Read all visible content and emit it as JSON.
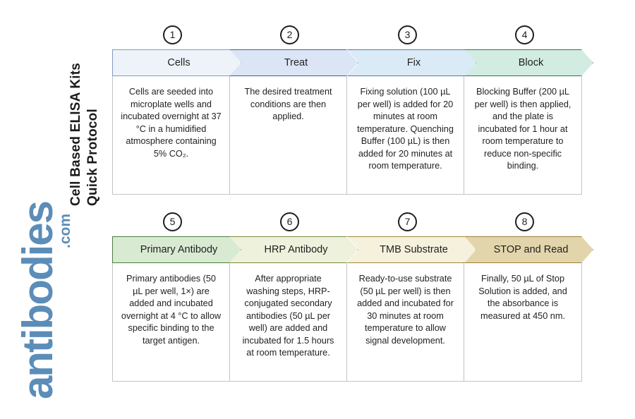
{
  "document": {
    "title_line_1": "Cell Based ELISA Kits",
    "title_line_2": "Quick Protocol",
    "logo_word": "antibodies",
    "logo_tld": ".com",
    "logo_color": "#5b8db8"
  },
  "rows": [
    {
      "id": "row-1",
      "steps": [
        {
          "number": "1",
          "label": "Cells",
          "description": "Cells are seeded into microplate wells and incubated overnight at 37 °C in a humidified atmosphere containing 5% CO₂.",
          "fill": "#eef3fa",
          "stroke": "#7e9cbf"
        },
        {
          "number": "2",
          "label": "Treat",
          "description": "The desired treatment conditions are then applied.",
          "fill": "#dbe5f6",
          "stroke": "#3d6196"
        },
        {
          "number": "3",
          "label": "Fix",
          "description": "Fixing solution (100 µL per well) is added for 20 minutes at room temperature. Quenching Buffer (100 µL) is then added for 20 minutes at room temperature.",
          "fill": "#daeaf6",
          "stroke": "#4a7fa5"
        },
        {
          "number": "4",
          "label": "Block",
          "description": "Blocking Buffer (200 µL per well) is then applied, and the plate is incubated for 1 hour at room temperature to reduce non-specific binding.",
          "fill": "#d2ece2",
          "stroke": "#3d6b66"
        }
      ]
    },
    {
      "id": "row-2",
      "steps": [
        {
          "number": "5",
          "label": "Primary Antibody",
          "description": "Primary antibodies (50 µL per well, 1×) are added and incubated overnight at 4 °C to allow specific binding to the target antigen.",
          "fill": "#d9ead3",
          "stroke": "#4a7c3f"
        },
        {
          "number": "6",
          "label": "HRP Antibody",
          "description": "After appropriate washing steps, HRP-conjugated secondary antibodies (50 µL per well) are added and incubated for 1.5 hours at room temperature.",
          "fill": "#eef2dc",
          "stroke": "#7b8a3a"
        },
        {
          "number": "7",
          "label": "TMB Substrate",
          "description": "Ready-to-use substrate (50 µL per well) is then added and incubated for 30 minutes at room temperature to allow signal development.",
          "fill": "#f5f1dc",
          "stroke": "#a08a3c"
        },
        {
          "number": "8",
          "label": "STOP and Read",
          "description": "Finally, 50 µL of Stop Solution is added, and the absorbance is measured at 450 nm.",
          "fill": "#e3d5ab",
          "stroke": "#9c7e36"
        }
      ]
    }
  ]
}
